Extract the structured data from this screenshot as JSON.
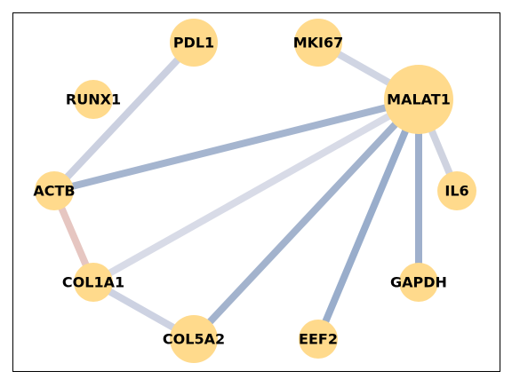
{
  "network": {
    "node_color": "#FFDA8C",
    "nodes": [
      {
        "id": "PDL1",
        "label": "PDL1",
        "size": "medium"
      },
      {
        "id": "MKI67",
        "label": "MKI67",
        "size": "medium"
      },
      {
        "id": "RUNX1",
        "label": "RUNX1",
        "size": "small"
      },
      {
        "id": "MALAT1",
        "label": "MALAT1",
        "size": "large"
      },
      {
        "id": "ACTB",
        "label": "ACTB",
        "size": "small"
      },
      {
        "id": "IL6",
        "label": "IL6",
        "size": "small"
      },
      {
        "id": "COL1A1",
        "label": "COL1A1",
        "size": "small"
      },
      {
        "id": "GAPDH",
        "label": "GAPDH",
        "size": "small"
      },
      {
        "id": "COL5A2",
        "label": "COL5A2",
        "size": "medium"
      },
      {
        "id": "EEF2",
        "label": "EEF2",
        "size": "small"
      }
    ],
    "edges": [
      {
        "source": "PDL1",
        "target": "ACTB",
        "color": "#CBD0E0"
      },
      {
        "source": "MKI67",
        "target": "MALAT1",
        "color": "#D0D5E3"
      },
      {
        "source": "MALAT1",
        "target": "ACTB",
        "color": "#A5B5CF"
      },
      {
        "source": "MALAT1",
        "target": "COL1A1",
        "color": "#D8DBE7"
      },
      {
        "source": "MALAT1",
        "target": "COL5A2",
        "color": "#A3B3CD"
      },
      {
        "source": "MALAT1",
        "target": "EEF2",
        "color": "#99ADCB"
      },
      {
        "source": "MALAT1",
        "target": "GAPDH",
        "color": "#9FB0CC"
      },
      {
        "source": "MALAT1",
        "target": "IL6",
        "color": "#CFD3E0"
      },
      {
        "source": "ACTB",
        "target": "COL1A1",
        "color": "#E6C6C1"
      },
      {
        "source": "COL1A1",
        "target": "COL5A2",
        "color": "#CDD2E2"
      }
    ]
  }
}
